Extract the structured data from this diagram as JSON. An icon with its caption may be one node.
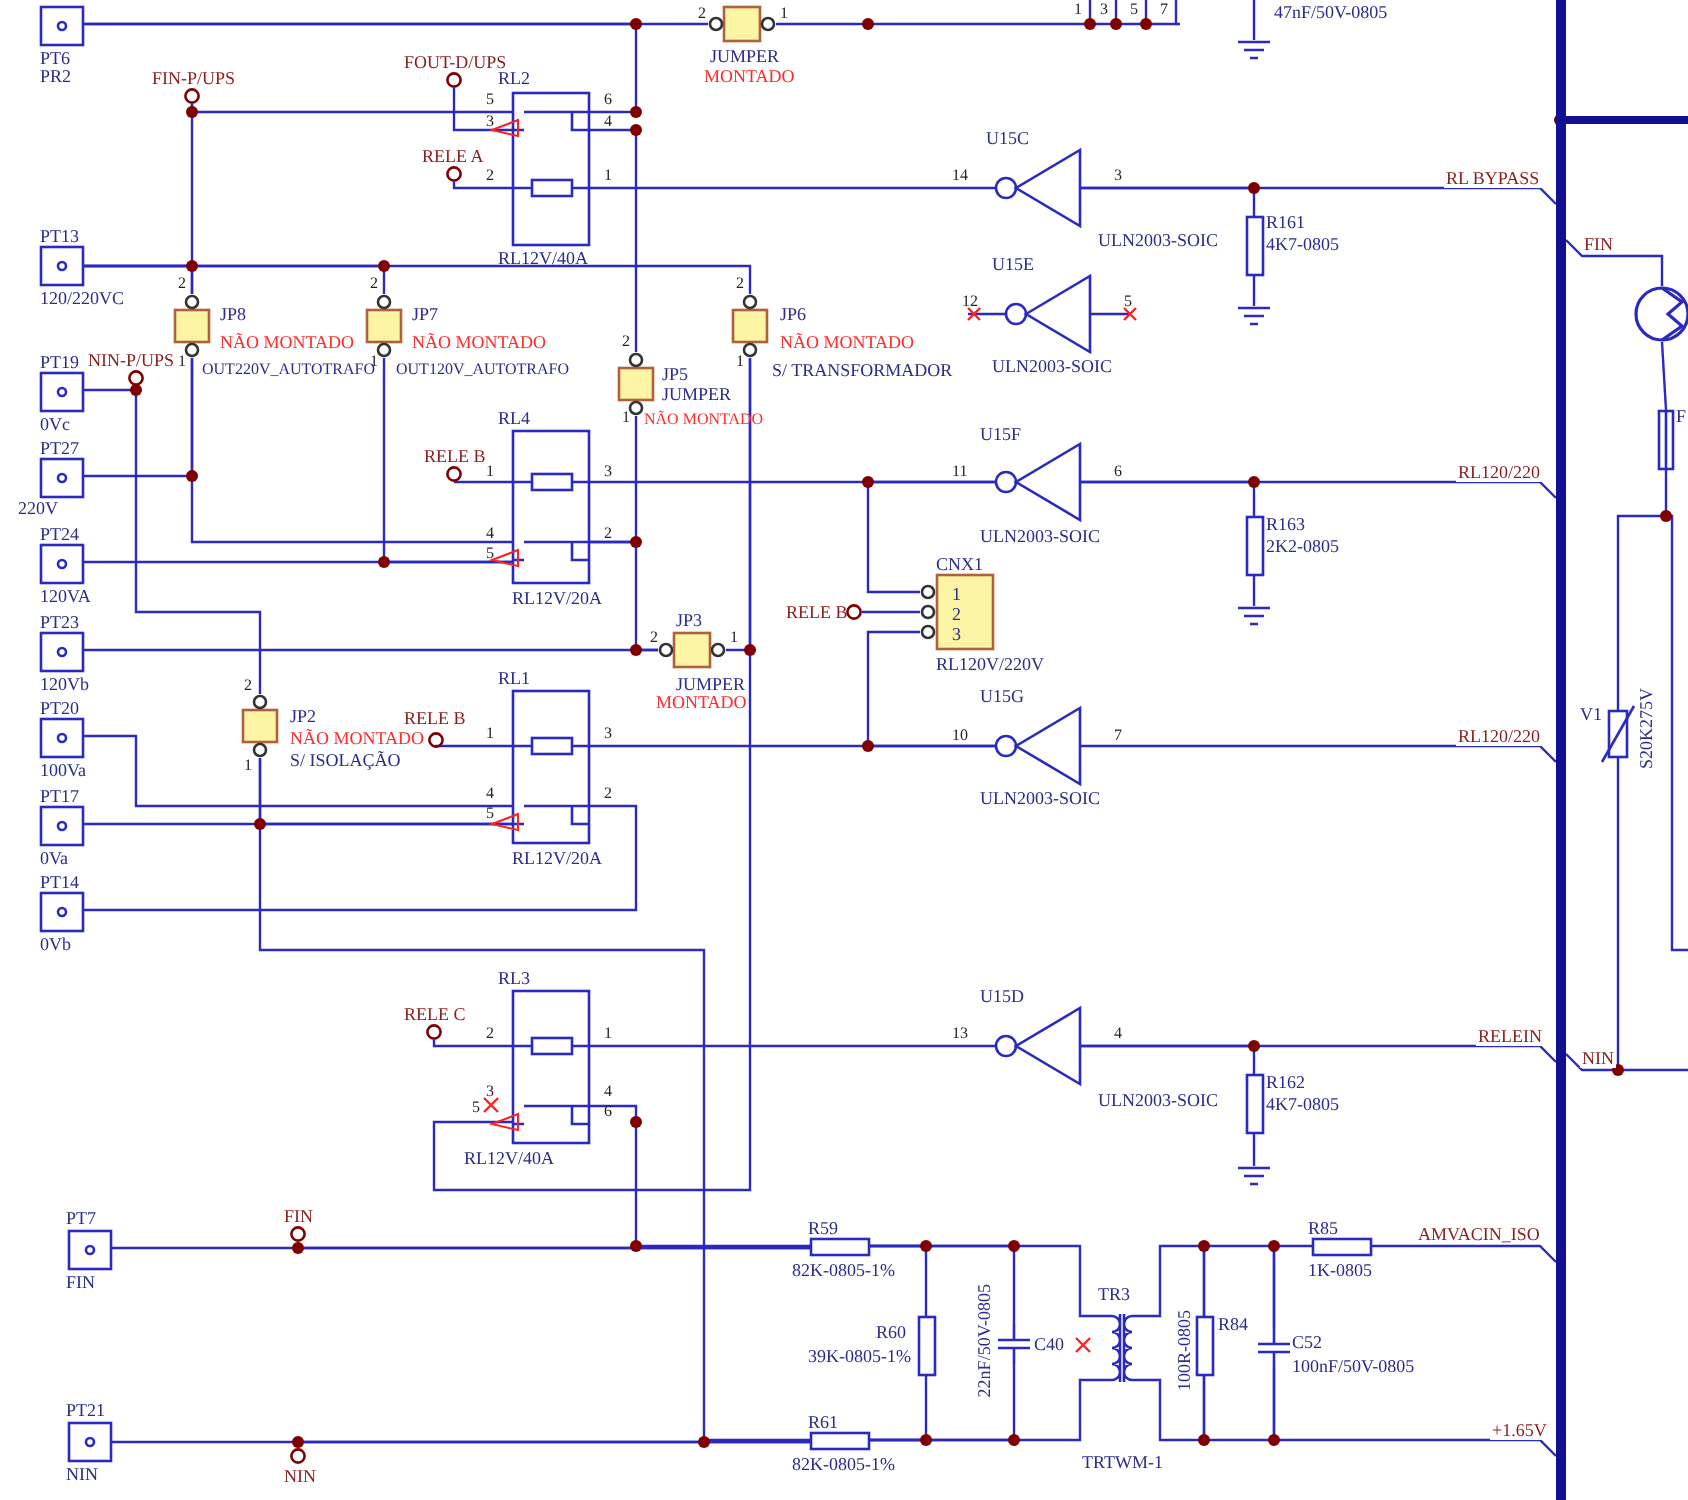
{
  "diagram": {
    "nodes": [
      {
        "text": [
          "PT6",
          "PR2"
        ]
      },
      {
        "text": [
          "JUMPER",
          "MONTADO"
        ]
      },
      {
        "text": [
          "FOUT-D/UPS"
        ]
      },
      {
        "text": [
          "FIN-P/UPS"
        ]
      },
      {
        "text": [
          "RL2",
          "RL12V/40A"
        ]
      },
      {
        "text": [
          "RELE A"
        ]
      },
      {
        "text": [
          "U15C",
          "ULN2003-SOIC"
        ]
      },
      {
        "text": [
          "R161",
          "4K7-0805"
        ]
      },
      {
        "text": [
          "PT13",
          "120/220VC"
        ]
      },
      {
        "text": [
          "U15E",
          "ULN2003-SOIC"
        ]
      },
      {
        "text": [
          "JP8",
          "NÃO MONTADO",
          "OUT220V_AUTOTRAFO"
        ]
      },
      {
        "text": [
          "JP7",
          "NÃO MONTADO",
          "OUT120V_AUTOTRAFO"
        ]
      },
      {
        "text": [
          "JP6",
          "NÃO MONTADO",
          "S/ TRANSFORMADOR"
        ]
      },
      {
        "text": [
          "NIN-P/UPS"
        ]
      },
      {
        "text": [
          "PT19",
          "0Vc"
        ]
      },
      {
        "text": [
          "JP5",
          "JUMPER",
          "NÃO MONTADO"
        ]
      },
      {
        "text": [
          "PT27",
          "220V"
        ]
      },
      {
        "text": [
          "RL4",
          "RL12V/20A"
        ]
      },
      {
        "text": [
          "RELE B"
        ]
      },
      {
        "text": [
          "U15F",
          "ULN2003-SOIC"
        ]
      },
      {
        "text": [
          "R163",
          "2K2-0805"
        ]
      },
      {
        "text": [
          "PT24",
          "120VA"
        ]
      },
      {
        "text": [
          "CNX1",
          "1",
          "2",
          "3",
          "RL120V/220V"
        ]
      },
      {
        "text": [
          "RELE B"
        ]
      },
      {
        "text": [
          "PT23",
          "120Vb"
        ]
      },
      {
        "text": [
          "JP3",
          "JUMPER",
          "MONTADO"
        ]
      },
      {
        "text": [
          "JP2",
          "NÃO MONTADO",
          "S/ ISOLAÇÃO"
        ]
      },
      {
        "text": [
          "RL1",
          "RL12V/20A"
        ]
      },
      {
        "text": [
          "RELE B"
        ]
      },
      {
        "text": [
          "PT20",
          "100Va"
        ]
      },
      {
        "text": [
          "U15G",
          "ULN2003-SOIC"
        ]
      },
      {
        "text": [
          "PT17",
          "0Va"
        ]
      },
      {
        "text": [
          "PT14",
          "0Vb"
        ]
      },
      {
        "text": [
          "RL3",
          "RL12V/40A"
        ]
      },
      {
        "text": [
          "RELE C"
        ]
      },
      {
        "text": [
          "U15D",
          "ULN2003-SOIC"
        ]
      },
      {
        "text": [
          "R162",
          "4K7-0805"
        ]
      },
      {
        "text": [
          "PT7",
          "FIN"
        ]
      },
      {
        "text": [
          "FIN"
        ]
      },
      {
        "text": [
          "R59",
          "82K-0805-1%"
        ]
      },
      {
        "text": [
          "R60",
          "39K-0805-1%"
        ]
      },
      {
        "text": [
          "22nF/50V-0805",
          "C40"
        ]
      },
      {
        "text": [
          "TR3",
          "TRTWM-1"
        ]
      },
      {
        "text": [
          "100R-0805",
          "R84"
        ]
      },
      {
        "text": [
          "C52",
          "100nF/50V-0805"
        ]
      },
      {
        "text": [
          "R85",
          "1K-0805"
        ]
      },
      {
        "text": [
          "PT21",
          "NIN"
        ]
      },
      {
        "text": [
          "NIN"
        ]
      },
      {
        "text": [
          "R61",
          "82K-0805-1%"
        ]
      },
      {
        "text": [],
        "shape": "bar"
      },
      {
        "text": [],
        "shape": "circle"
      },
      {
        "text": [
          "F"
        ]
      },
      {
        "text": [
          "V1",
          "S20K275V"
        ]
      },
      {
        "text": [],
        "shape": "ground"
      },
      {
        "text": [],
        "shape": "ground"
      },
      {
        "text": [],
        "shape": "ground"
      },
      {
        "text": [],
        "shape": "ground"
      }
    ],
    "edges": [
      {
        "from": 0,
        "to": 1,
        "arrow": "none"
      },
      {
        "from": 0,
        "to": 4,
        "arrow": "none"
      },
      {
        "from": 3,
        "to": 4,
        "arrow": "none"
      },
      {
        "from": 2,
        "to": 4,
        "arrow": "none"
      },
      {
        "from": 5,
        "to": 4,
        "arrow": "none"
      },
      {
        "from": 4,
        "to": 6,
        "arrow": "none"
      },
      {
        "from": 6,
        "to": 49,
        "arrow": "none",
        "label": "RL BYPASS"
      },
      {
        "from": 7,
        "to": 6,
        "arrow": "none"
      },
      {
        "from": 7,
        "to": 54,
        "arrow": "none"
      },
      {
        "from": 8,
        "to": 12,
        "arrow": "none"
      },
      {
        "from": 3,
        "to": 10,
        "arrow": "none"
      },
      {
        "from": 8,
        "to": 10,
        "arrow": "none"
      },
      {
        "from": 8,
        "to": 11,
        "arrow": "none"
      },
      {
        "from": 4,
        "to": 15,
        "arrow": "none"
      },
      {
        "from": 10,
        "to": 17,
        "arrow": "none"
      },
      {
        "from": 16,
        "to": 10,
        "arrow": "none"
      },
      {
        "from": 11,
        "to": 17,
        "arrow": "none"
      },
      {
        "from": 21,
        "to": 17,
        "arrow": "none"
      },
      {
        "from": 13,
        "to": 26,
        "arrow": "none"
      },
      {
        "from": 14,
        "to": 13,
        "arrow": "none"
      },
      {
        "from": 15,
        "to": 17,
        "arrow": "none"
      },
      {
        "from": 17,
        "to": 25,
        "arrow": "none"
      },
      {
        "from": 24,
        "to": 25,
        "arrow": "none"
      },
      {
        "from": 12,
        "to": 33,
        "arrow": "none"
      },
      {
        "from": 25,
        "to": 12,
        "arrow": "none"
      },
      {
        "from": 18,
        "to": 17,
        "arrow": "none"
      },
      {
        "from": 17,
        "to": 19,
        "arrow": "none"
      },
      {
        "from": 19,
        "to": 49,
        "arrow": "none",
        "label": "RL120/220"
      },
      {
        "from": 20,
        "to": 19,
        "arrow": "none"
      },
      {
        "from": 20,
        "to": 55,
        "arrow": "none"
      },
      {
        "from": 22,
        "to": 19,
        "arrow": "none"
      },
      {
        "from": 23,
        "to": 22,
        "arrow": "none"
      },
      {
        "from": 22,
        "to": 30,
        "arrow": "none"
      },
      {
        "from": 28,
        "to": 27,
        "arrow": "none"
      },
      {
        "from": 27,
        "to": 30,
        "arrow": "none"
      },
      {
        "from": 30,
        "to": 49,
        "arrow": "none",
        "label": "RL120/220"
      },
      {
        "from": 29,
        "to": 27,
        "arrow": "none"
      },
      {
        "from": 31,
        "to": 27,
        "arrow": "none"
      },
      {
        "from": 26,
        "to": 27,
        "arrow": "none"
      },
      {
        "from": 26,
        "to": 48,
        "arrow": "none"
      },
      {
        "from": 32,
        "to": 27,
        "arrow": "none"
      },
      {
        "from": 34,
        "to": 33,
        "arrow": "none"
      },
      {
        "from": 33,
        "to": 35,
        "arrow": "none"
      },
      {
        "from": 35,
        "to": 49,
        "arrow": "none",
        "label": "RELEIN"
      },
      {
        "from": 36,
        "to": 35,
        "arrow": "none"
      },
      {
        "from": 36,
        "to": 56,
        "arrow": "none"
      },
      {
        "from": 33,
        "to": 39,
        "arrow": "none"
      },
      {
        "from": 37,
        "to": 39,
        "arrow": "none"
      },
      {
        "from": 38,
        "to": 39,
        "arrow": "none"
      },
      {
        "from": 39,
        "to": 40,
        "arrow": "none"
      },
      {
        "from": 39,
        "to": 41,
        "arrow": "none"
      },
      {
        "from": 39,
        "to": 42,
        "arrow": "none"
      },
      {
        "from": 48,
        "to": 40,
        "arrow": "none"
      },
      {
        "from": 48,
        "to": 41,
        "arrow": "none"
      },
      {
        "from": 48,
        "to": 42,
        "arrow": "none"
      },
      {
        "from": 46,
        "to": 48,
        "arrow": "none"
      },
      {
        "from": 47,
        "to": 48,
        "arrow": "none"
      },
      {
        "from": 42,
        "to": 43,
        "arrow": "none"
      },
      {
        "from": 43,
        "to": 44,
        "arrow": "none"
      },
      {
        "from": 44,
        "to": 45,
        "arrow": "none"
      },
      {
        "from": 45,
        "to": 49,
        "arrow": "none",
        "label": "AMVACIN_ISO"
      },
      {
        "from": 42,
        "to": 43,
        "arrow": "none"
      },
      {
        "from": 43,
        "to": 44,
        "arrow": "none"
      },
      {
        "from": 44,
        "to": 49,
        "arrow": "none",
        "label": "+1.65V"
      },
      {
        "from": 49,
        "to": 50,
        "arrow": "none",
        "label": "FIN"
      },
      {
        "from": 50,
        "to": 51,
        "arrow": "none"
      },
      {
        "from": 51,
        "to": 52,
        "arrow": "none"
      },
      {
        "from": 49,
        "to": 52,
        "arrow": "none",
        "label": "NIN"
      },
      {
        "from": 1,
        "to": null,
        "arrow": "none"
      },
      {
        "from": null,
        "to": 53,
        "arrow": "none"
      }
    ],
    "labels": [
      "2",
      "1",
      "1",
      "3",
      "5",
      "7",
      "47nF/50V-0805",
      "5",
      "6",
      "3",
      "4",
      "2",
      "1",
      "14",
      "3",
      "2",
      "2",
      "2",
      "12",
      "5",
      "2",
      "1",
      "1",
      "1",
      "1",
      "1",
      "3",
      "11",
      "6",
      "4",
      "2",
      "5",
      "2",
      "1",
      "2",
      "1",
      "3",
      "10",
      "7",
      "1",
      "4",
      "2",
      "5",
      "2",
      "1",
      "13",
      "4",
      "3",
      "4",
      "5",
      "6"
    ]
  }
}
